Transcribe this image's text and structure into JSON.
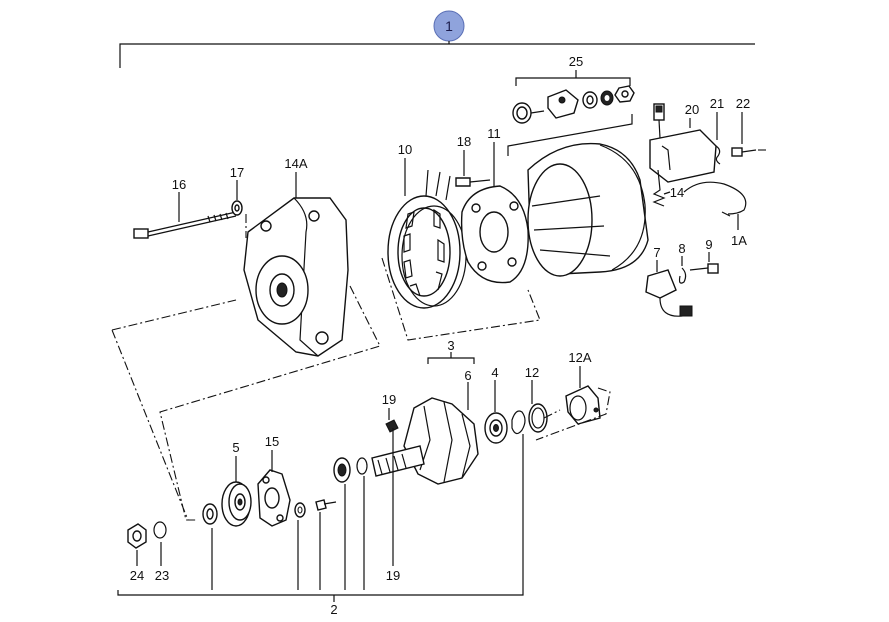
{
  "badge": {
    "label": "1",
    "color": "#8fa3dc"
  },
  "labels": {
    "p25": "25",
    "p20": "20",
    "p21": "21",
    "p22": "22",
    "p18": "18",
    "p11": "11",
    "p10": "10",
    "p17": "17",
    "p14A": "14A",
    "p16": "16",
    "p14": "14",
    "p1A": "1A",
    "p7": "7",
    "p8": "8",
    "p9": "9",
    "p3": "3",
    "p6": "6",
    "p4": "4",
    "p12": "12",
    "p12A": "12A",
    "p19top": "19",
    "p5": "5",
    "p15": "15",
    "p24": "24",
    "p23": "23",
    "p19bottom": "19",
    "p2": "2"
  }
}
